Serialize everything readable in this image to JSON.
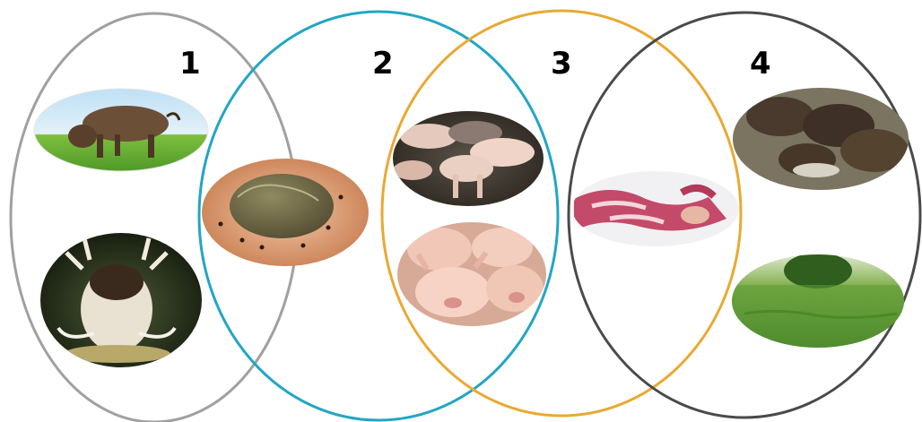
{
  "diagram": {
    "groups": [
      {
        "label": "1",
        "ring_color": "#a0a0a0",
        "pictures": [
          "warthog-grazing",
          "red-river-hog-at-night"
        ]
      },
      {
        "label": "2",
        "ring_color": "#22a6c4",
        "pictures": [
          "dung-ball-with-ants"
        ]
      },
      {
        "label": "3",
        "ring_color": "#e9a931",
        "pictures": [
          "piglets-in-pen",
          "piglets-group"
        ]
      },
      {
        "label": "4",
        "ring_color": "#4a4a4a",
        "pictures": [
          "raw-pork-meat",
          "wild-boars-feeding",
          "green-crop-field"
        ]
      }
    ]
  }
}
